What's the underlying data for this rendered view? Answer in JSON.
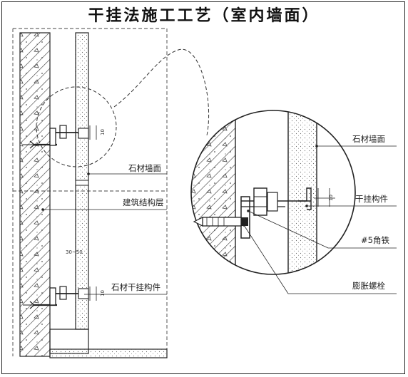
{
  "title": "干挂法施工工艺（室内墙面）",
  "left_labels": {
    "stone_wall": "石材墙面",
    "structure_layer": "建筑结构层",
    "stone_hanger": "石材干挂构件"
  },
  "right_labels": {
    "stone_wall": "石材墙面",
    "hanger": "干挂构件",
    "angle_iron": "#5角铁",
    "expansion_bolt": "膨胀螺栓"
  },
  "dimension_marks": {
    "gap_top": "10",
    "gap_mid": "30~50",
    "gap_bottom": "10",
    "gap_detail": "10"
  }
}
